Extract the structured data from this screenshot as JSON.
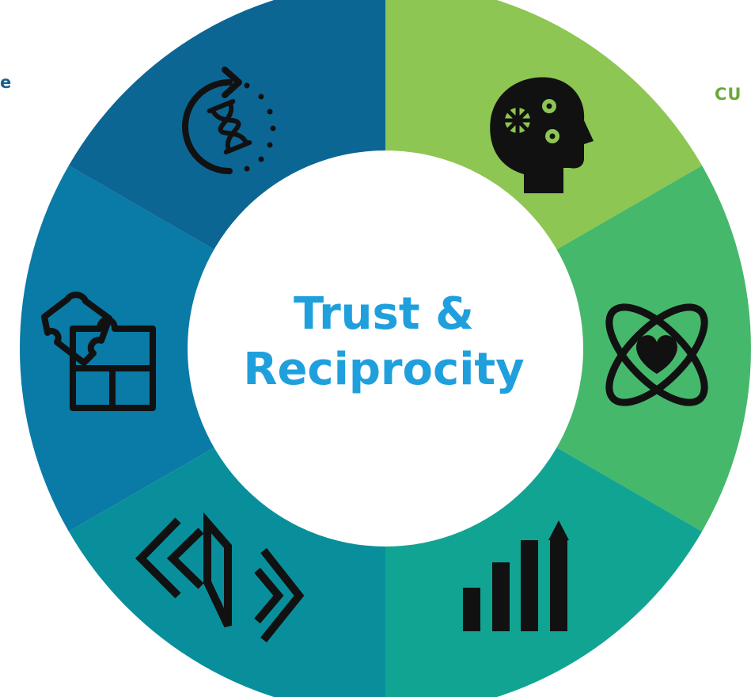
{
  "center": {
    "line1": "Trust &",
    "line2": "Reciprocity"
  },
  "edge_labels": {
    "left": "e",
    "right": "CU"
  },
  "segments": [
    {
      "icon": "brain-gears-icon",
      "color": "#8dc653"
    },
    {
      "icon": "atom-heart-icon",
      "color": "#45b86c"
    },
    {
      "icon": "growth-chart-icon",
      "color": "#12a492"
    },
    {
      "icon": "arrows-exchange-icon",
      "color": "#098f9b"
    },
    {
      "icon": "puzzle-icon",
      "color": "#0a7aa6"
    },
    {
      "icon": "hourglass-cycle-icon",
      "color": "#0c6694"
    }
  ],
  "colors": {
    "center_text": "#1fa0dd",
    "icon": "#111111",
    "center_fill": "#ffffff"
  }
}
